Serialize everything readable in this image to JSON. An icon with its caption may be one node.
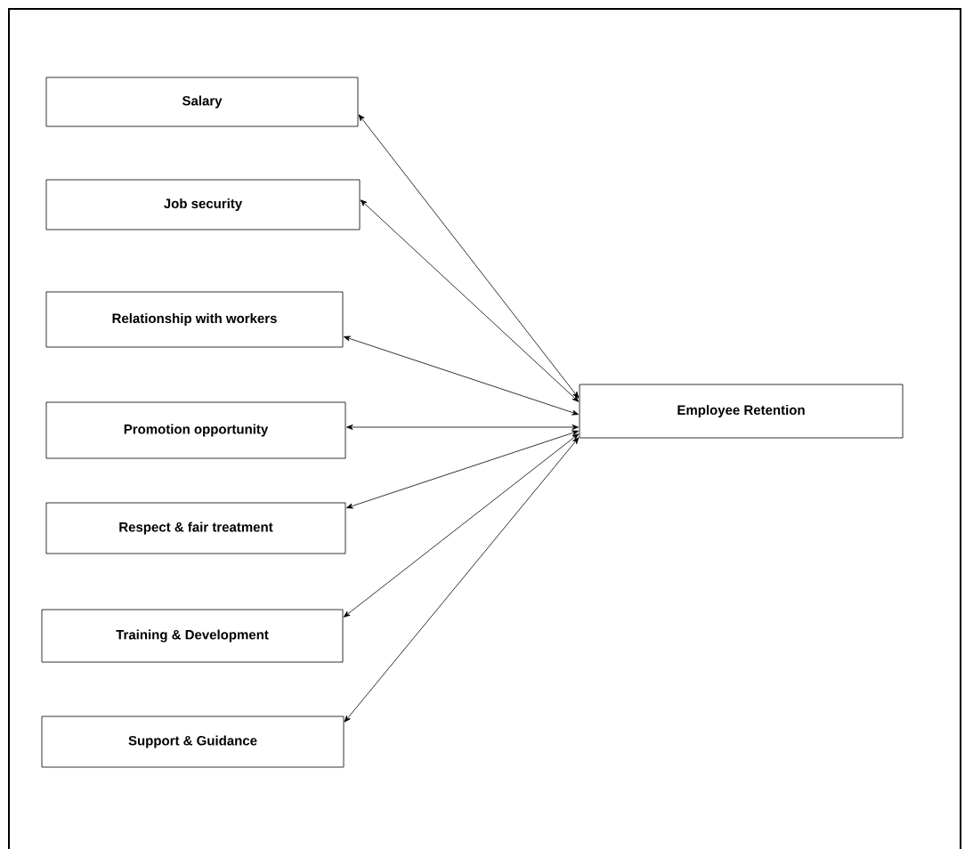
{
  "diagram": {
    "nodes": [
      {
        "text": [
          "Salary"
        ]
      },
      {
        "text": [
          "Job security"
        ]
      },
      {
        "text": [
          "Relationship with workers"
        ]
      },
      {
        "text": [
          "Promotion opportunity"
        ]
      },
      {
        "text": [
          "Respect & fair treatment"
        ]
      },
      {
        "text": [
          "Training & Development"
        ]
      },
      {
        "text": [
          "Support & Guidance"
        ]
      },
      {
        "text": [
          "Employee Retention"
        ]
      }
    ],
    "edges": [
      {
        "from": 0,
        "to": 7,
        "arrow": "both"
      },
      {
        "from": 1,
        "to": 7,
        "arrow": "both"
      },
      {
        "from": 2,
        "to": 7,
        "arrow": "both"
      },
      {
        "from": 3,
        "to": 7,
        "arrow": "both"
      },
      {
        "from": 4,
        "to": 7,
        "arrow": "both"
      },
      {
        "from": 5,
        "to": 7,
        "arrow": "both"
      },
      {
        "from": 6,
        "to": 7,
        "arrow": "both"
      }
    ]
  }
}
